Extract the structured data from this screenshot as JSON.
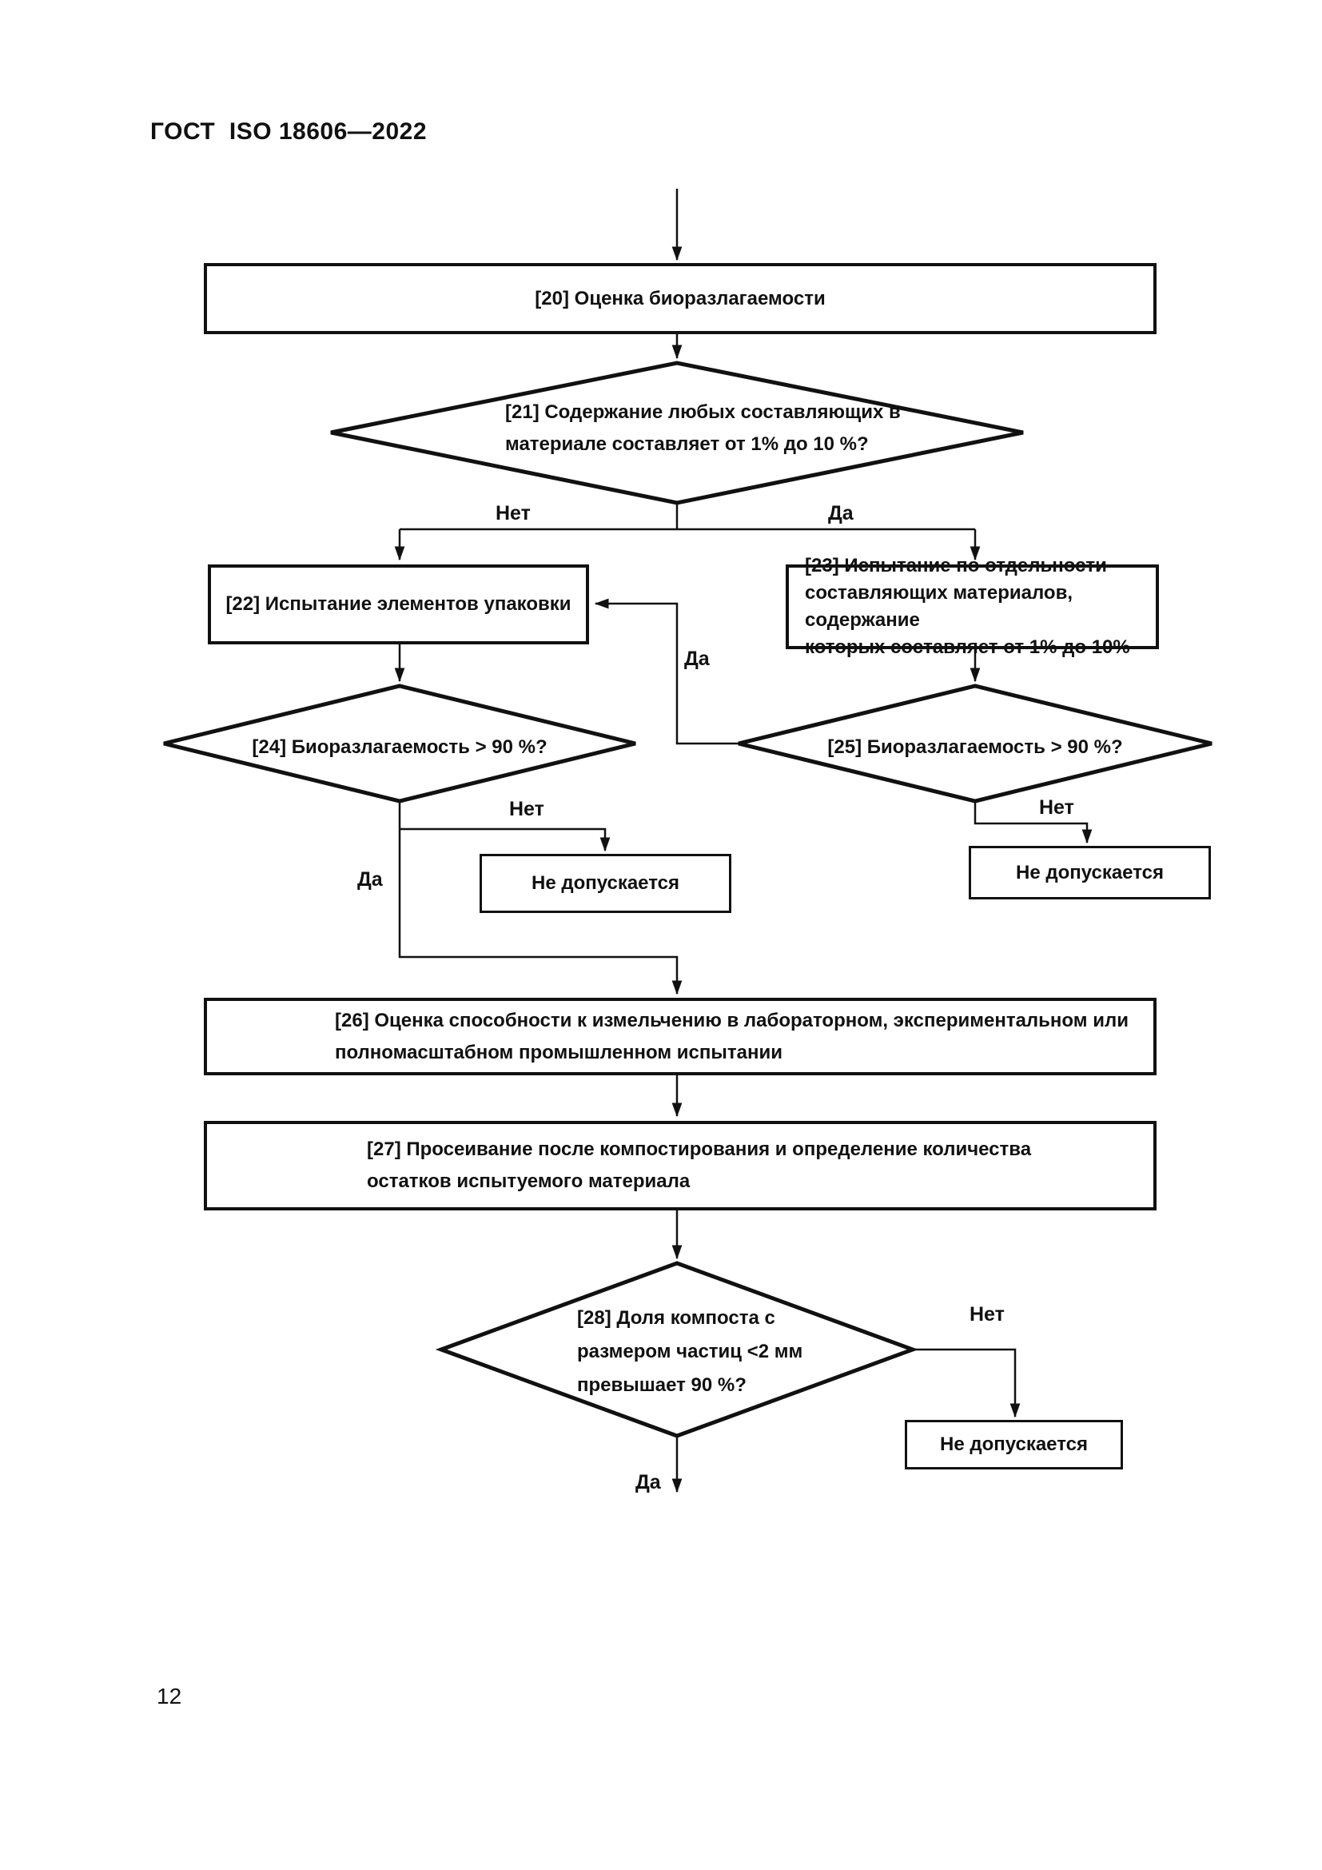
{
  "page": {
    "header_title": "ГОСТ  ISO 18606—2022",
    "page_number": "12"
  },
  "colors": {
    "ink": "#111111",
    "paper": "#ffffff"
  },
  "flowchart": {
    "type": "flowchart",
    "nodes": {
      "n20": "[20] Оценка биоразлагаемости",
      "n21": "[21] Содержание любых составляющих в\nматериале составляет от 1% до 10 %?",
      "n22": "[22] Испытание элементов упаковки",
      "n23": "[23] Испытание по отдельности\nсоставляющих материалов, содержание\nкоторых составляет от 1% до 10%",
      "n24": "[24] Биоразлагаемость > 90 %?",
      "n25": "[25] Биоразлагаемость > 90 %?",
      "n26": "[26] Оценка способности к измельчению в лабораторном, экспериментальном или\nполномасштабном промышленном испытании",
      "n27": "[27] Просеивание после компостирования и определение количества\nостатков испытуемого материала",
      "n28": "[28] Доля компоста с\nразмером частиц <2 мм\nпревышает 90 %?",
      "reject_left": "Не допускается",
      "reject_right": "Не допускается",
      "reject_bottom": "Не допускается"
    },
    "edge_labels": {
      "no_from_21": "Нет",
      "yes_from_21": "Да",
      "yes_from_25": "Да",
      "no_from_24": "Нет",
      "yes_from_24": "Да",
      "no_from_25": "Нет",
      "no_from_28": "Нет",
      "yes_from_28": "Да"
    }
  }
}
